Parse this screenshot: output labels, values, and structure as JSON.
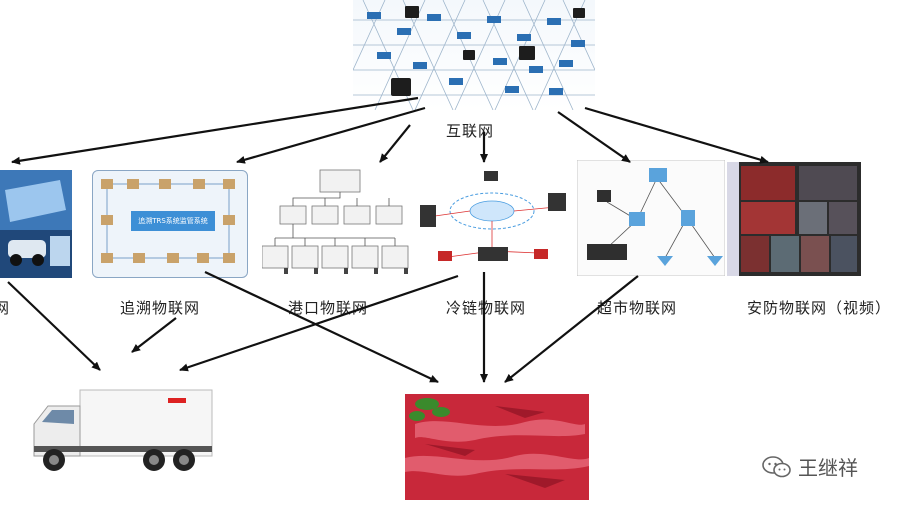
{
  "center_label": "互联网",
  "nodes": [
    {
      "id": "left-partial",
      "label": "网"
    },
    {
      "id": "trace",
      "label": "追溯物联网",
      "center_text": "追溯TRS系统监管系统"
    },
    {
      "id": "port",
      "label": "港口物联网"
    },
    {
      "id": "cold",
      "label": "冷链物联网"
    },
    {
      "id": "supermarket",
      "label": "超市物联网"
    },
    {
      "id": "security",
      "label": "安防物联网（视频）"
    }
  ],
  "watermark": "王继祥",
  "colors": {
    "arrow": "#111111",
    "trace_bg": "#eef4fa",
    "meat": "#c8283a"
  }
}
